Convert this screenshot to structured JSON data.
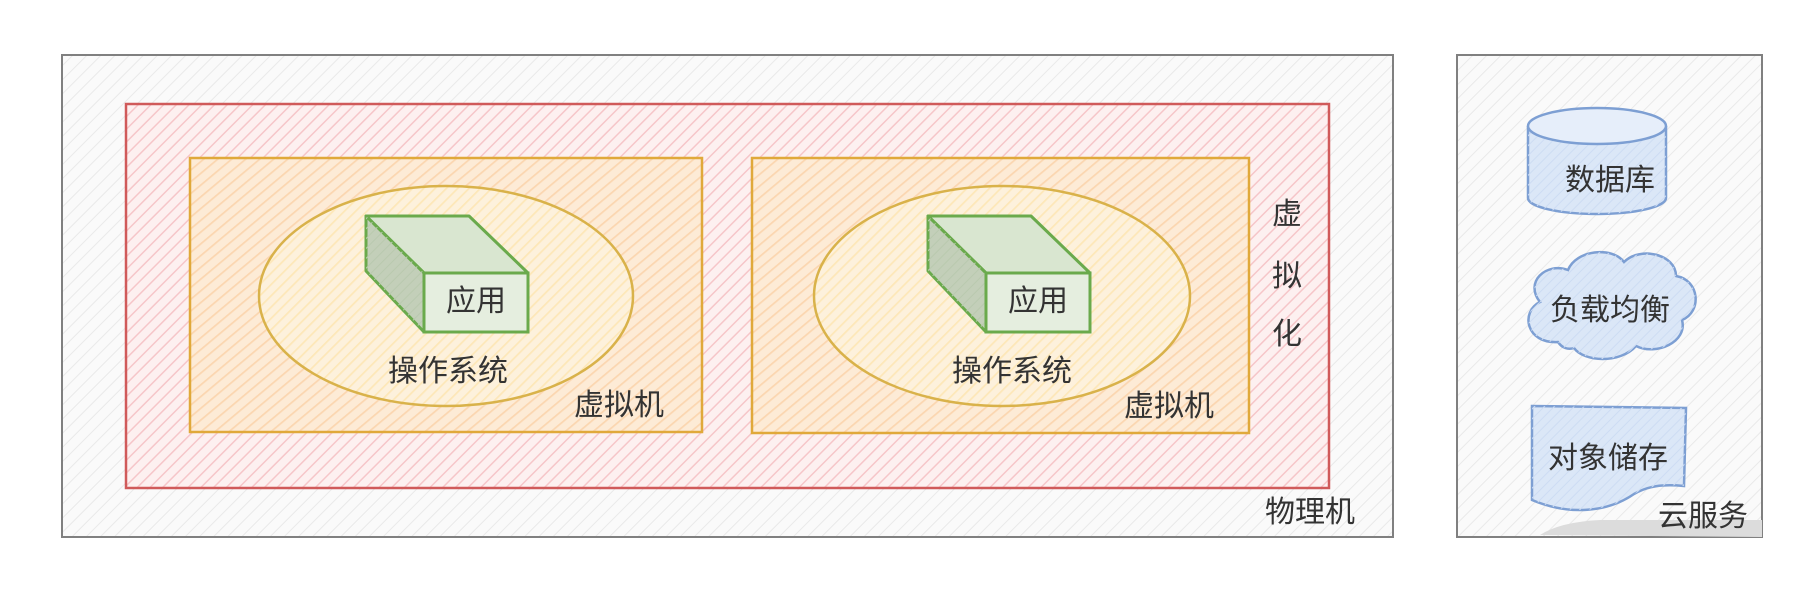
{
  "physical_machine": {
    "label": "物理机"
  },
  "virtualization": {
    "chars": [
      "虚",
      "拟",
      "化"
    ]
  },
  "vms": [
    {
      "label": "虚拟机",
      "os": "操作系统",
      "app": "应用"
    },
    {
      "label": "虚拟机",
      "os": "操作系统",
      "app": "应用"
    }
  ],
  "cloud": {
    "label": "云服务",
    "database": "数据库",
    "load_balancer": "负载均衡",
    "object_storage": "对象储存"
  },
  "colors": {
    "physical_stroke": "#808080",
    "virtualization_stroke": "#d05a5a",
    "virtualization_hatch": "#f6c6c9",
    "vm_stroke": "#e0a93a",
    "vm_hatch": "#fcd8b4",
    "os_stroke": "#d9b24a",
    "app_stroke": "#6aaa4c",
    "app_fill": "#d6e6cd",
    "cloud_item_stroke": "#7d9fd3",
    "cloud_item_fill": "#dbe7f7",
    "text": "#333333"
  }
}
